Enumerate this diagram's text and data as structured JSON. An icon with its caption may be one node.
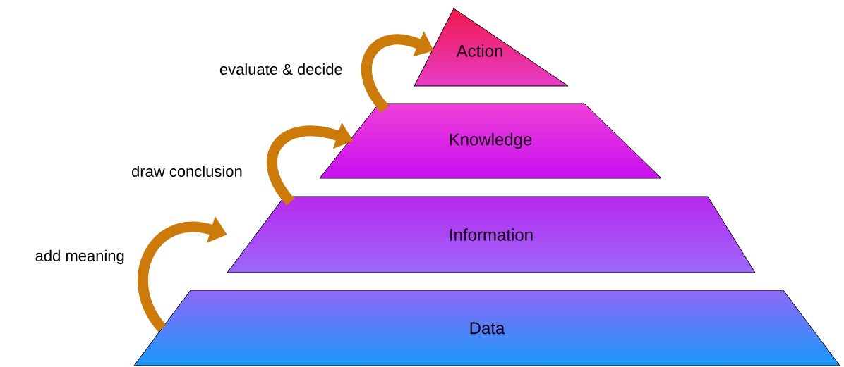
{
  "diagram": {
    "nodes": [
      {
        "text": [
          "Action"
        ]
      },
      {
        "text": [
          "Knowledge"
        ]
      },
      {
        "text": [
          "Information"
        ]
      },
      {
        "text": [
          "Data"
        ]
      }
    ],
    "edges": [
      {
        "from": 3,
        "to": 2,
        "arrow": "to",
        "label": "add meaning"
      },
      {
        "from": 2,
        "to": 1,
        "arrow": "to",
        "label": "draw conclusion"
      },
      {
        "from": 1,
        "to": 0,
        "arrow": "to",
        "label": "evaluate & decide"
      }
    ]
  }
}
